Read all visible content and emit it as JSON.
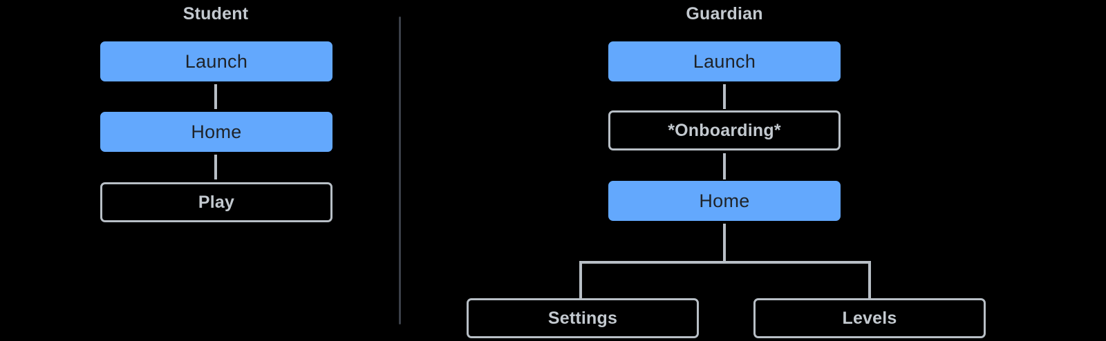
{
  "diagram": {
    "title_student": "Student",
    "title_guardian": "Guardian",
    "colors": {
      "background": "#000000",
      "node_fill": "#63a8fd",
      "node_fill_text": "#1f2328",
      "node_outline_border": "#b8bfc6",
      "node_outline_text": "#c3c9cf",
      "connector": "#b8bfc6",
      "divider": "#3b4049",
      "title_text": "#c3c9cf"
    }
  },
  "student_flow": {
    "heading": "Student",
    "nodes": [
      {
        "label": "Launch",
        "style": "filled"
      },
      {
        "label": "Home",
        "style": "filled"
      },
      {
        "label": "Play",
        "style": "outlined"
      }
    ]
  },
  "guardian_flow": {
    "heading": "Guardian",
    "nodes": [
      {
        "label": "Launch",
        "style": "filled"
      },
      {
        "label": "*Onboarding*",
        "style": "outlined"
      },
      {
        "label": "Home",
        "style": "filled"
      }
    ],
    "children": [
      {
        "label": "Settings",
        "style": "outlined"
      },
      {
        "label": "Levels",
        "style": "outlined"
      }
    ]
  }
}
